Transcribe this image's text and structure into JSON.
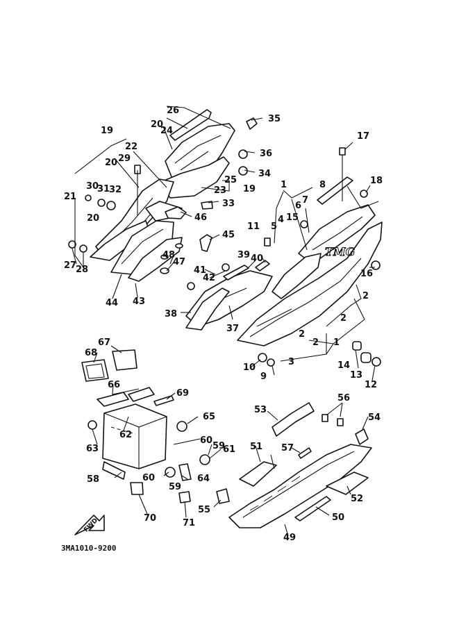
{
  "diagram": {
    "drawing_code": "3MA1010-9200",
    "fwd_label": "FWD",
    "decal_text": "TMG",
    "callouts": [
      "1",
      "2",
      "3",
      "4",
      "5",
      "6",
      "7",
      "8",
      "9",
      "10",
      "11",
      "12",
      "13",
      "14",
      "15",
      "16",
      "17",
      "18",
      "19",
      "20",
      "21",
      "22",
      "23",
      "24",
      "25",
      "26",
      "27",
      "28",
      "29",
      "30",
      "31",
      "32",
      "33",
      "34",
      "35",
      "36",
      "37",
      "38",
      "39",
      "40",
      "41",
      "42",
      "43",
      "44",
      "45",
      "46",
      "47",
      "48",
      "49",
      "50",
      "51",
      "52",
      "53",
      "54",
      "55",
      "56",
      "57",
      "58",
      "59",
      "60",
      "61",
      "62",
      "63",
      "64",
      "65",
      "66",
      "67",
      "68",
      "69",
      "70",
      "71"
    ]
  }
}
